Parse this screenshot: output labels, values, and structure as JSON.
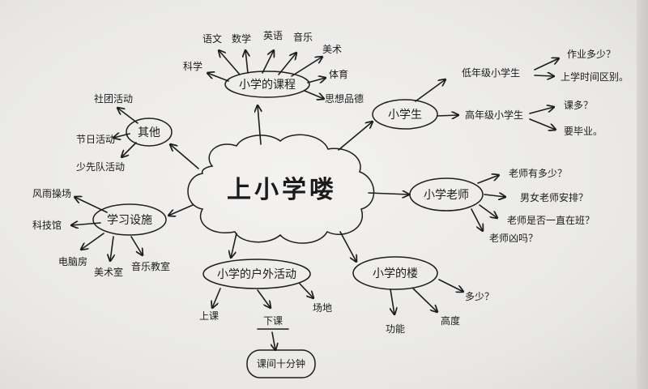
{
  "center": "上小学喽",
  "branches": {
    "courses": {
      "label": "小学的课程",
      "leaves": [
        "语文",
        "数学",
        "英语",
        "音乐",
        "美术",
        "体育",
        "科学",
        "思想品德"
      ]
    },
    "pupils": {
      "label": "小学生",
      "low_grade": "低年级小学生",
      "low_grade_items": [
        "作业多少？",
        "上学时间区别。"
      ],
      "high_grade": "高年级小学生",
      "high_grade_items": [
        "课多？",
        "要毕业。"
      ]
    },
    "teachers": {
      "label": "小学老师",
      "leaves": [
        "老师有多少？",
        "男女老师安排？",
        "老师是否一直在班？",
        "老师凶吗？"
      ]
    },
    "building": {
      "label": "小学的楼",
      "leaves": [
        "多少？",
        "功能",
        "高度"
      ]
    },
    "outdoor": {
      "label": "小学的户外活动",
      "leaves": [
        "上课",
        "下课",
        "场地"
      ],
      "sub": "课间十分钟"
    },
    "facilities": {
      "label": "学习设施",
      "leaves": [
        "风雨操场",
        "科技馆",
        "电脑房",
        "美术室",
        "音乐教室"
      ]
    },
    "other": {
      "label": "其他",
      "leaves": [
        "社团活动",
        "节日活动",
        "少先队活动"
      ]
    }
  }
}
